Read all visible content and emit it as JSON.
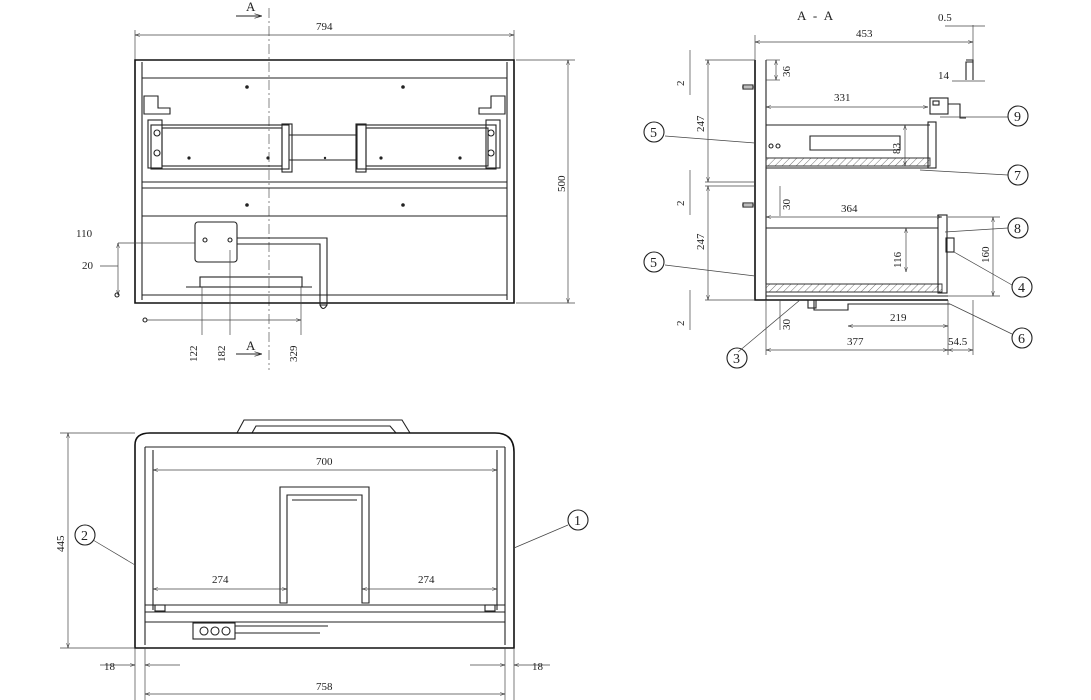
{
  "section": {
    "mark": "A",
    "title": "A - A"
  },
  "front": {
    "width": "794",
    "height": "500",
    "side_offset": "110",
    "small_offset": "20",
    "bottom_dims": [
      "122",
      "182",
      "329"
    ]
  },
  "section_view": {
    "depth": "453",
    "gap_top": "0.5",
    "inner_depth_top": "331",
    "inner_depth_bottom": "364",
    "drawer_height": "247",
    "gap": "2",
    "side_36": "36",
    "side_14": "14",
    "height_83": "83",
    "height_30_top": "30",
    "height_116": "116",
    "height_160": "160",
    "height_30_bottom": "30",
    "length_219": "219",
    "length_377": "377",
    "length_54_5": "54.5"
  },
  "plan": {
    "inner_width": "700",
    "depth": "445",
    "drawer_left": "274",
    "drawer_right": "274",
    "side_left": "18",
    "side_right": "18",
    "outer_width": "758"
  },
  "callouts": [
    "1",
    "2",
    "3",
    "4",
    "5",
    "5",
    "6",
    "7",
    "8",
    "9"
  ]
}
